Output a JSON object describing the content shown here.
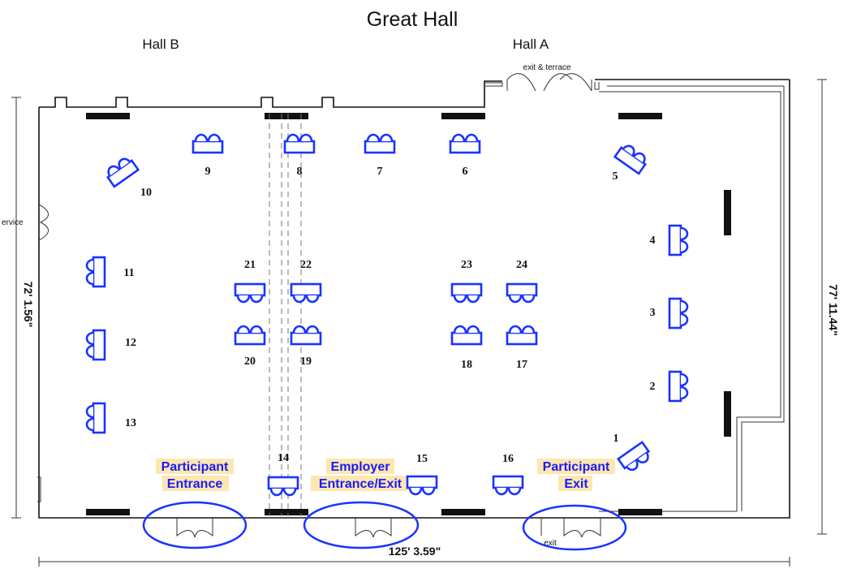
{
  "title": "Great Hall",
  "halls": {
    "left": "Hall B",
    "right": "Hall A"
  },
  "notes": {
    "terrace": "exit & terrace",
    "service": "ervice",
    "exit": "exit"
  },
  "dimensions": {
    "width": "125' 3.59\"",
    "left_height": "72' 1.56\"",
    "right_height": "77' 11.44\""
  },
  "entrances": [
    {
      "line1": "Participant",
      "line2": "Entrance"
    },
    {
      "line1": "Employer",
      "line2": "Entrance/Exit"
    },
    {
      "line1": "Participant",
      "line2": "Exit"
    }
  ],
  "tables": [
    {
      "number": "1",
      "orientation": "diag-right"
    },
    {
      "number": "2",
      "orientation": "right"
    },
    {
      "number": "3",
      "orientation": "right"
    },
    {
      "number": "4",
      "orientation": "right"
    },
    {
      "number": "5",
      "orientation": "diag-left"
    },
    {
      "number": "6",
      "orientation": "up"
    },
    {
      "number": "7",
      "orientation": "up"
    },
    {
      "number": "8",
      "orientation": "up"
    },
    {
      "number": "9",
      "orientation": "up"
    },
    {
      "number": "10",
      "orientation": "diag-up"
    },
    {
      "number": "11",
      "orientation": "left"
    },
    {
      "number": "12",
      "orientation": "left"
    },
    {
      "number": "13",
      "orientation": "left"
    },
    {
      "number": "14",
      "orientation": "down"
    },
    {
      "number": "15",
      "orientation": "down"
    },
    {
      "number": "16",
      "orientation": "down"
    },
    {
      "number": "17",
      "orientation": "up"
    },
    {
      "number": "18",
      "orientation": "up"
    },
    {
      "number": "19",
      "orientation": "up"
    },
    {
      "number": "20",
      "orientation": "up"
    },
    {
      "number": "21",
      "orientation": "down"
    },
    {
      "number": "22",
      "orientation": "down"
    },
    {
      "number": "23",
      "orientation": "down"
    },
    {
      "number": "24",
      "orientation": "down"
    }
  ]
}
